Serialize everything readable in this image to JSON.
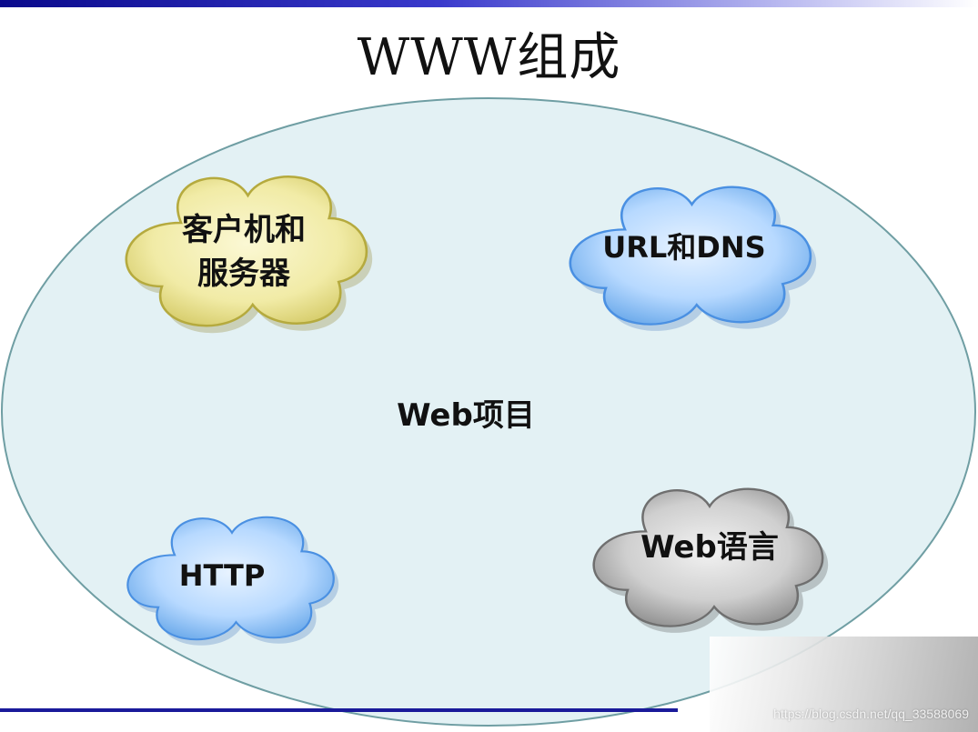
{
  "slide": {
    "title": "WWW组成"
  },
  "diagram": {
    "container_label": "Web项目",
    "nodes": [
      {
        "id": "client-server",
        "lines": [
          "客户机和",
          "服务器"
        ],
        "color": "yellow"
      },
      {
        "id": "url-dns",
        "lines": [
          "URL和DNS"
        ],
        "color": "blue"
      },
      {
        "id": "http",
        "lines": [
          "HTTP"
        ],
        "color": "blue"
      },
      {
        "id": "web-language",
        "lines": [
          "Web语言"
        ],
        "color": "gray"
      }
    ]
  },
  "watermark": {
    "text": "https://blog.csdn.net/qq_33588069"
  }
}
